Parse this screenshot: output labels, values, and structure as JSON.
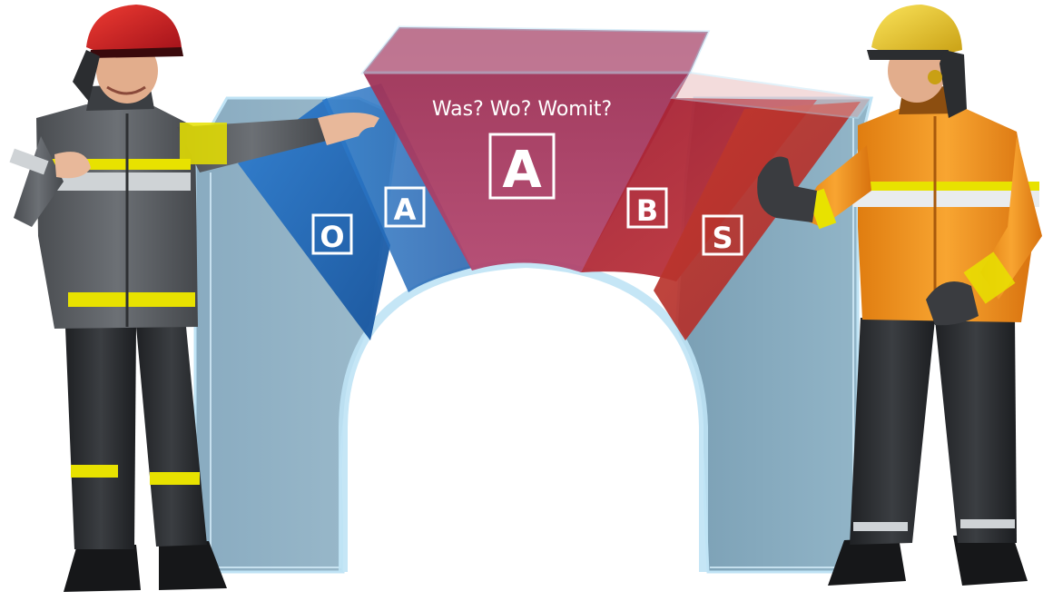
{
  "heading": "Was? Wo? Womit?",
  "keystone_letter": "A",
  "left_arch_letters": [
    "O",
    "A"
  ],
  "right_arch_letters": [
    "B",
    "S"
  ],
  "colors": {
    "blue_segment": "#1e63b4",
    "purple_segment": "#8a2a55",
    "crimson_segment": "#a8283a",
    "red_segment": "#c0392b",
    "glass_pillar": "#7fa3b9",
    "glass_edge": "#bfe3f5",
    "left_helmet": "#c81a1f",
    "right_helmet": "#e8c52a",
    "left_suit": "#5c5f63",
    "right_suit": "#f0941a",
    "reflective_stripe": "#e8e200"
  },
  "icons": [
    "firefighter-left-pointing",
    "firefighter-right-thumbs-up"
  ]
}
